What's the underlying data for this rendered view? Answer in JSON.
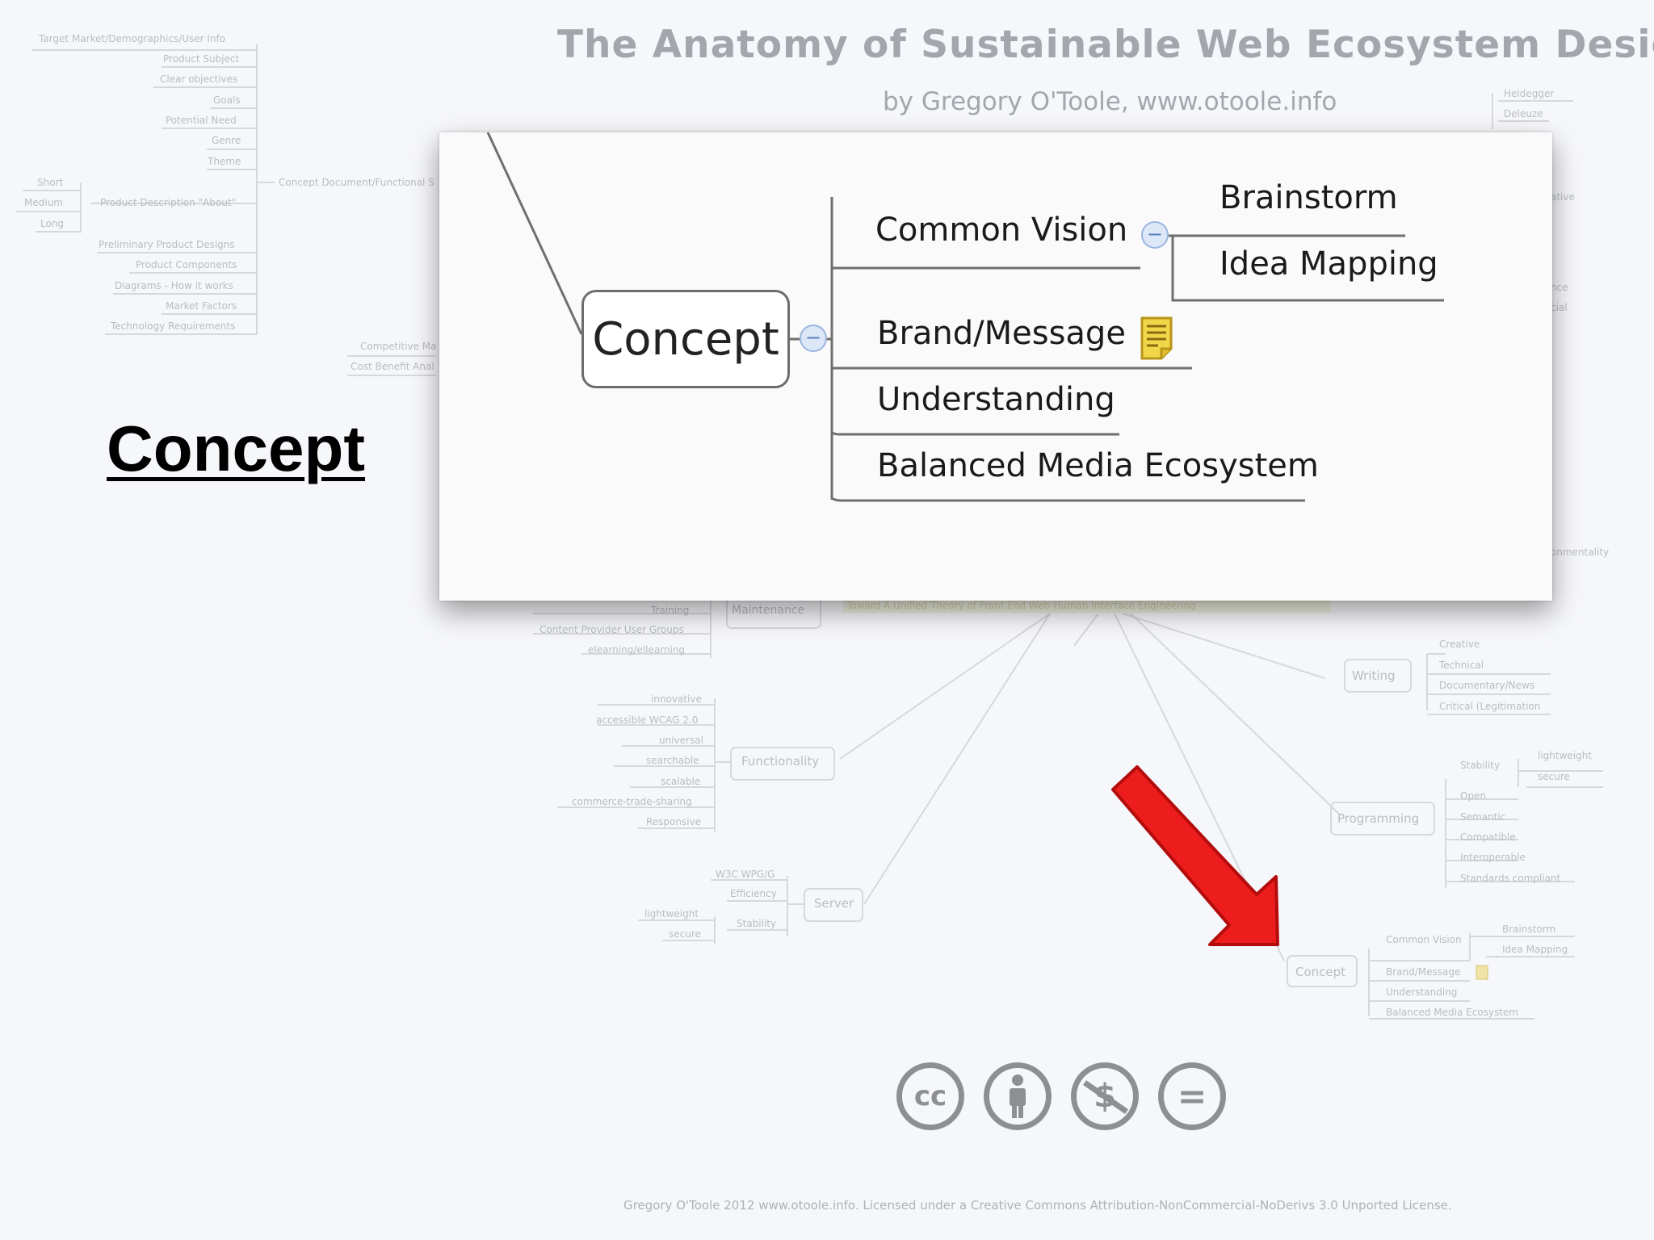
{
  "header": {
    "title": "The Anatomy of Sustainable Web Ecosystem Design",
    "byline": "by Gregory O'Toole, www.otoole.info"
  },
  "slide_label": "Concept",
  "zoom": {
    "root": "Concept",
    "collapse_symbol": "−",
    "branches": [
      {
        "label": "Common Vision",
        "children": [
          "Brainstorm",
          "Idea Mapping"
        ]
      },
      {
        "label": "Brand/Message",
        "has_note": true,
        "note_icon": "note-icon"
      },
      {
        "label": "Understanding"
      },
      {
        "label": "Balanced Media Ecosystem"
      }
    ]
  },
  "background_map": {
    "top_left": [
      "Target Market/Demographics/User Info",
      "Product Subject",
      "Clear objectives",
      "Goals",
      "Potential Need",
      "Genre",
      "Theme"
    ],
    "product_desc": {
      "label": "Product Description \"About\"",
      "lengths": [
        "Short",
        "Medium",
        "Long"
      ]
    },
    "concept_doc": "Concept Document/Functional S",
    "lower_left": [
      "Preliminary Product Designs",
      "Product Components",
      "Diagrams - How it works",
      "Market Factors",
      "Technology Requirements"
    ],
    "competitive": [
      "Competitive Ma",
      "Cost Benefit Anal"
    ],
    "top_right": [
      "Heidegger",
      "Deleuze"
    ],
    "center_banner": "Toward A Unified Theory of Front End Web-Human Interface Engineering",
    "maintenance": {
      "label": "Maintenance",
      "items": [
        "Training",
        "Content Provider User Groups",
        "elearning/ellearning"
      ]
    },
    "functionality": {
      "label": "Functionality",
      "items": [
        "innovative",
        "accessible WCAG 2.0",
        "universal",
        "searchable",
        "scalable",
        "commerce-trade-sharing",
        "Responsive"
      ]
    },
    "server": {
      "label": "Server",
      "items": [
        "W3C WPG/G",
        "Efficiency",
        "Stability"
      ],
      "stability_items": [
        "lightweight",
        "secure"
      ]
    },
    "writing": {
      "label": "Writing",
      "items": [
        "Creative",
        "Technical",
        "Documentary/News",
        "Critical (Legitimation"
      ]
    },
    "programming": {
      "label": "Programming",
      "stability": "Stability",
      "stability_items": [
        "lightweight",
        "secure"
      ],
      "items": [
        "Open",
        "Semantic",
        "Compatible",
        "Interoperable",
        "Standards compliant"
      ]
    },
    "right_fragments": [
      "ative",
      "nce",
      "cial",
      "onmentality"
    ],
    "mini_concept": {
      "label": "Concept",
      "branches": [
        "Common Vision",
        "Brand/Message",
        "Understanding",
        "Balanced Media Ecosystem"
      ],
      "children": [
        "Brainstorm",
        "Idea Mapping"
      ]
    }
  },
  "license_icons": [
    "cc",
    "by",
    "nc",
    "nd"
  ],
  "license_glyphs": {
    "cc": "cc",
    "nd": "="
  },
  "footer": "Gregory O'Toole 2012 www.otoole.info. Licensed under a Creative Commons Attribution-NonCommercial-NoDerivs 3.0 Unported License.",
  "colors": {
    "arrow": "#ee1d1d",
    "title": "#a3a6ad",
    "note": "#e8c22a"
  }
}
